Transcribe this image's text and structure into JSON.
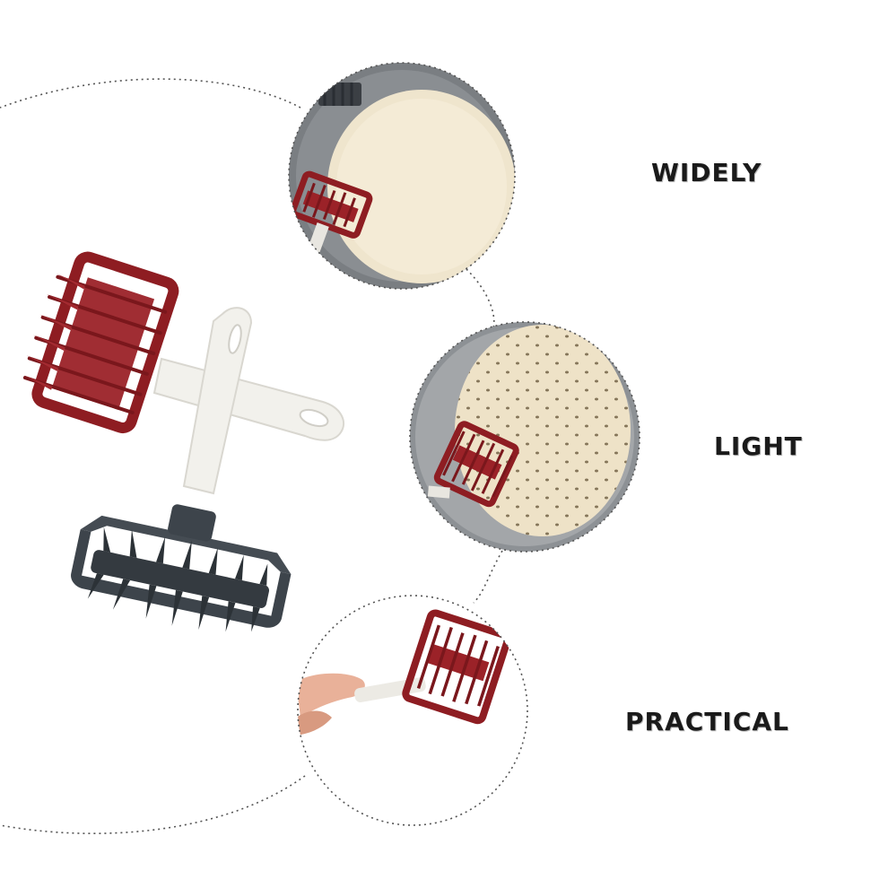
{
  "labels": {
    "widely": "WIDELY",
    "light": "LIGHT",
    "practical": "PRACTICAL"
  },
  "colors": {
    "background": "#ffffff",
    "roller_red": "#8e1d22",
    "roller_dark": "#3d444b",
    "handle_white": "#f2f1ec",
    "dough": "#efe4cc",
    "pan": "#6f7377",
    "dotted_line": "#555555"
  },
  "icons": [
    "dough-docker-red",
    "dough-docker-gray",
    "pizza-dough",
    "hand"
  ]
}
